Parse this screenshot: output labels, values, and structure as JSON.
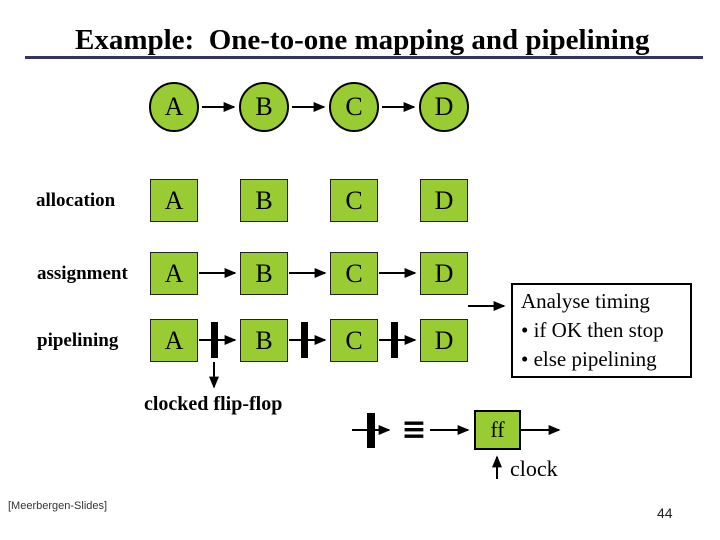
{
  "title": "Example:  One-to-one mapping and pipelining",
  "nodes": [
    "A",
    "B",
    "C",
    "D"
  ],
  "rows": [
    {
      "label": "allocation"
    },
    {
      "label": "assignment"
    },
    {
      "label": "pipelining"
    }
  ],
  "analyse_box": {
    "line1": "Analyse timing",
    "line2": "• if OK then stop",
    "line3": "• else pipelining"
  },
  "annotations": {
    "clocked_flip_flop": "clocked flip-flop",
    "equivalence_symbol": "≡",
    "ff": "ff",
    "clock": "clock"
  },
  "footer": {
    "credit": "[Meerbergen-Slides]",
    "page_number": "44"
  },
  "colors": {
    "node_green": "#99cc33",
    "title_rule_navy": "#333366",
    "wire_black": "#000000"
  }
}
